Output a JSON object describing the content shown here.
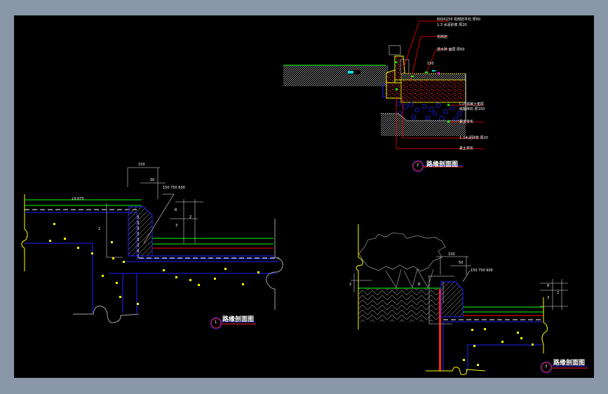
{
  "viewer": {
    "background_color": "#8a97a8",
    "canvas_color": "#000000"
  },
  "colors": {
    "grass_line": "#00ff00",
    "concrete_outline": "#0000ff",
    "curb_outline": "#ffff00",
    "leader_line": "#ff0000",
    "hatch": "#808080",
    "dimension": "#c0c0c0",
    "text": "#ffffff"
  },
  "detail1": {
    "title": "路缘剖面图",
    "number": "1",
    "label_surface": "↓0.075",
    "dim_top": "150",
    "dim_sub": "50",
    "dim_curb_note": "150 750 600",
    "dim_right_a": "8",
    "dim_right_b": "2",
    "dim_right_c": "3",
    "dim_left": "2"
  },
  "detail2": {
    "title": "路缘剖面图",
    "number": "2",
    "callouts": [
      "600X150 花岗岩平石 厚60",
      "1:3 水泥砂浆 厚20",
      "花岗岩",
      "透水砖 面层 厚60",
      "C15混凝土垫层",
      "级配碎石 厚150",
      "素土夯实",
      "1:3水泥砂浆 厚20",
      "素土夯实"
    ],
    "label_mid": "150"
  },
  "detail3": {
    "title": "路缘剖面图",
    "number": "3",
    "dim_top": "150",
    "dim_sub": "50",
    "dim_curb_note": "150 750 600",
    "dim_left_a": "8",
    "dim_left_b": "2",
    "dim_right_a": "8",
    "dim_right_b": "2",
    "dim_right_c": "3"
  }
}
